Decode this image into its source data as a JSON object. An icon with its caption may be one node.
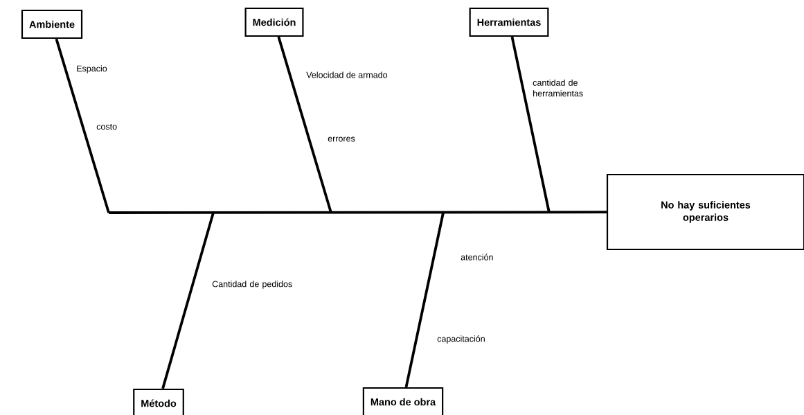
{
  "diagram": {
    "nodes": [
      {
        "text": [
          "Ambiente"
        ]
      },
      {
        "text": [
          "Medición"
        ]
      },
      {
        "text": [
          "Herramientas"
        ]
      },
      {
        "text": [
          "No hay suficientes operarios"
        ]
      },
      {
        "text": [
          "Método"
        ]
      },
      {
        "text": [
          "Mano de obra"
        ]
      }
    ],
    "edges": [
      {
        "from": null,
        "to": 3,
        "arrow": "none"
      },
      {
        "from": 0,
        "to": null,
        "arrow": "none"
      },
      {
        "from": 1,
        "to": null,
        "arrow": "none"
      },
      {
        "from": 2,
        "to": null,
        "arrow": "none"
      },
      {
        "from": 4,
        "to": null,
        "arrow": "none"
      },
      {
        "from": 5,
        "to": null,
        "arrow": "none"
      }
    ],
    "labels": [
      "Espacio",
      "costo",
      "Velocidad de armado",
      "errores",
      "cantidad de herramientas",
      "Cantidad de pedidos",
      "atención",
      "capacitación"
    ]
  }
}
